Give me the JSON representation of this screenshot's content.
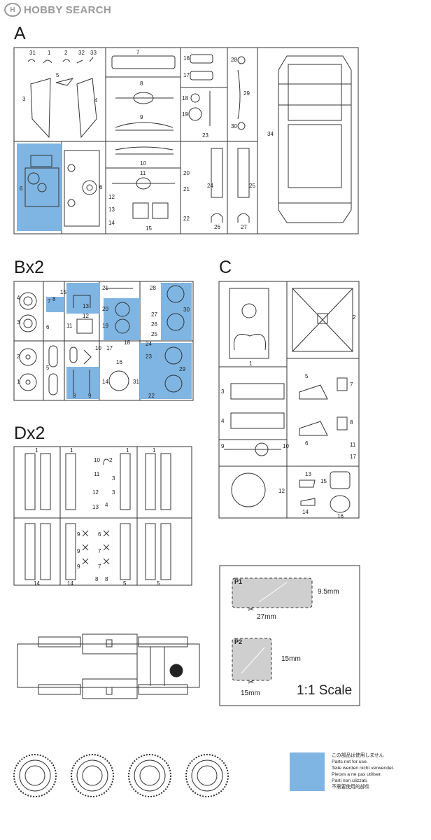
{
  "watermark": {
    "logo": "H",
    "text": "HOBBY SEARCH"
  },
  "sections": {
    "a": {
      "label": "A"
    },
    "b": {
      "label": "Bx2"
    },
    "c": {
      "label": "C"
    },
    "d": {
      "label": "Dx2"
    }
  },
  "parts_a": [
    "31",
    "1",
    "2",
    "32",
    "33",
    "7",
    "16",
    "17",
    "28",
    "5",
    "3",
    "4",
    "29",
    "18",
    "19",
    "8",
    "9",
    "30",
    "23",
    "34",
    "10",
    "6",
    "6",
    "20",
    "11",
    "21",
    "24",
    "25",
    "12",
    "13",
    "14",
    "15",
    "22",
    "26",
    "27"
  ],
  "parts_b": [
    "4",
    "15",
    "7",
    "8",
    "3",
    "6",
    "11",
    "12",
    "13",
    "21",
    "20",
    "19",
    "28",
    "27",
    "26",
    "25",
    "30",
    "2",
    "1",
    "5",
    "10",
    "18",
    "17",
    "16",
    "24",
    "23",
    "29",
    "8",
    "9",
    "14",
    "31",
    "22"
  ],
  "parts_c": [
    "2",
    "1",
    "3",
    "4",
    "5",
    "7",
    "8",
    "6",
    "11",
    "17",
    "9",
    "10",
    "12",
    "13",
    "15",
    "14",
    "16"
  ],
  "parts_d": [
    "1",
    "1",
    "1",
    "1",
    "2",
    "10",
    "11",
    "3",
    "12",
    "3",
    "4",
    "13",
    "14",
    "14",
    "9",
    "6",
    "9",
    "7",
    "9",
    "7",
    "8",
    "8",
    "5",
    "5"
  ],
  "clear_parts": {
    "p1": {
      "label": "P1",
      "height": "9.5mm",
      "width": "27mm"
    },
    "p2": {
      "label": "P2",
      "height": "15mm",
      "width": "15mm"
    },
    "scale": "1:1 Scale"
  },
  "legend": {
    "color": "#7fb5e2",
    "lines": [
      "この部品は使用しません",
      "Parts not for use.",
      "Teile werden nicht verwendet.",
      "Pieces a ne pas utiliser.",
      "Parti non ulizzati.",
      "不需要使用的部件"
    ]
  }
}
